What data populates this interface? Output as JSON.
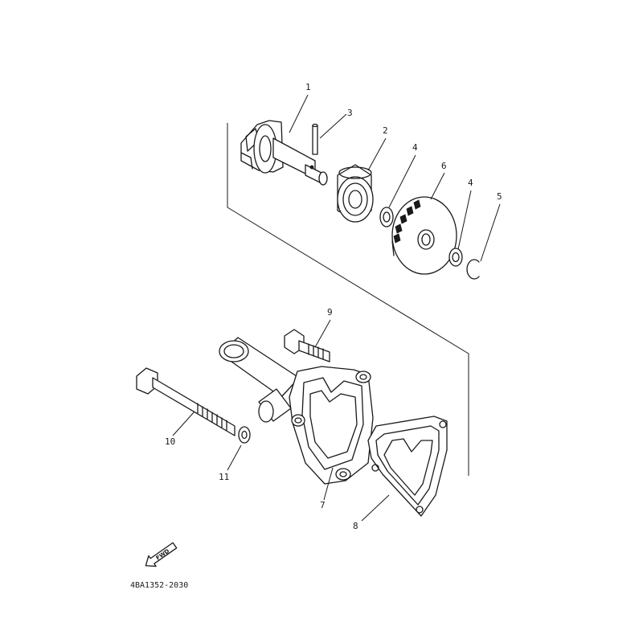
{
  "callouts": [
    {
      "id": "1",
      "label": "1"
    },
    {
      "id": "2",
      "label": "2"
    },
    {
      "id": "3",
      "label": "3"
    },
    {
      "id": "4a",
      "label": "4"
    },
    {
      "id": "4b",
      "label": "4"
    },
    {
      "id": "5",
      "label": "5"
    },
    {
      "id": "6",
      "label": "6"
    },
    {
      "id": "7",
      "label": "7"
    },
    {
      "id": "8",
      "label": "8"
    },
    {
      "id": "9",
      "label": "9"
    },
    {
      "id": "10",
      "label": "10"
    },
    {
      "id": "11",
      "label": "11"
    }
  ],
  "fwd_label": "FWD",
  "part_code": "4BA1352-2030",
  "colors": {
    "ink": "#1a1a1a",
    "background": "#ffffff"
  }
}
